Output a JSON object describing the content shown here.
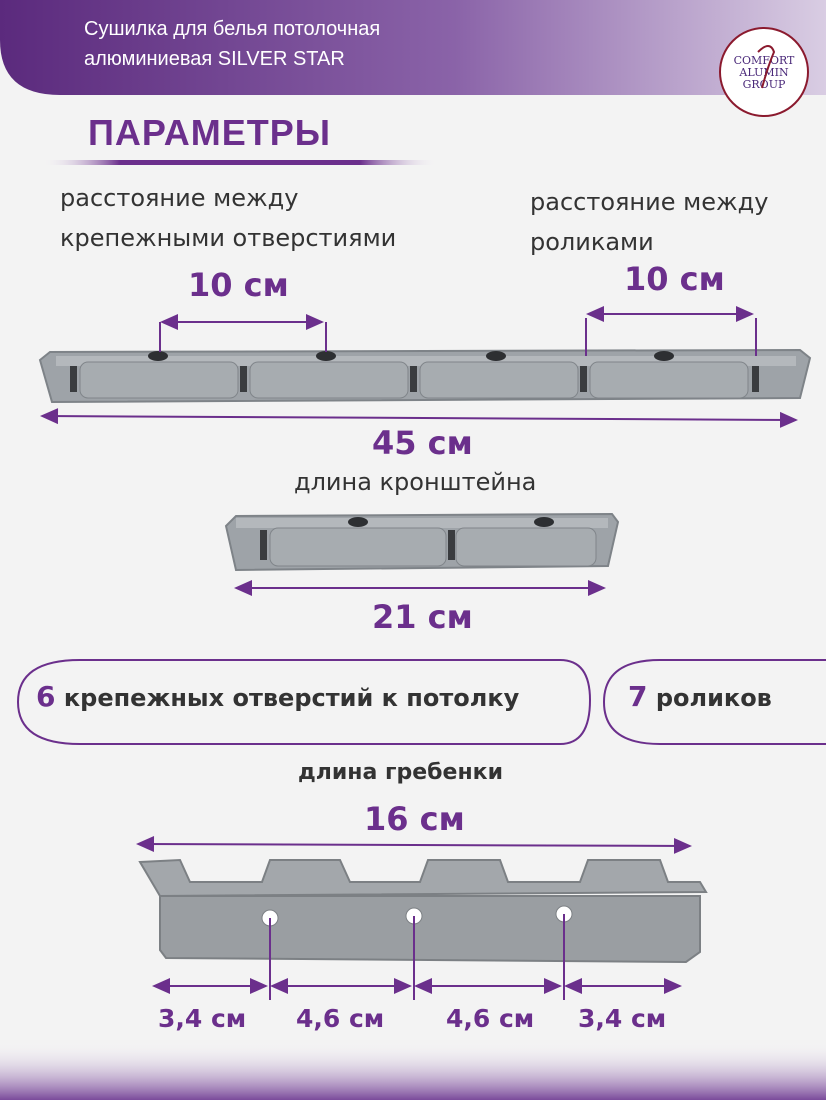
{
  "header": {
    "title_line1": "Сушилка для белья потолочная",
    "title_line2": "алюминиевая SILVER STAR",
    "logo_text": [
      "COMFORT",
      "ALUMIN",
      "GROUP"
    ]
  },
  "section_title": "ПАРАМЕТРЫ",
  "labels": {
    "mount_holes_line1": "расстояние между",
    "mount_holes_line2": "крепежными отверстиями",
    "rollers_line1": "расстояние между",
    "rollers_line2": "роликами",
    "bracket_length": "длина кронштейна",
    "comb_length": "длина гребенки"
  },
  "dimensions": {
    "holes_distance": "10 см",
    "rollers_distance": "10 см",
    "long_bracket": "45 см",
    "short_bracket": "21 см",
    "comb": "16 см",
    "comb_seg1": "3,4 см",
    "comb_seg2": "4,6 см",
    "comb_seg3": "4,6 см",
    "comb_seg4": "3,4 см"
  },
  "features": {
    "holes_count": "6",
    "holes_text": "крепежных отверстий к потолку",
    "rollers_count": "7",
    "rollers_text": "роликов"
  },
  "colors": {
    "accent": "#6b2f8c",
    "header": "#7a4a9a",
    "text": "#333333",
    "part": "#9ea3a8"
  }
}
